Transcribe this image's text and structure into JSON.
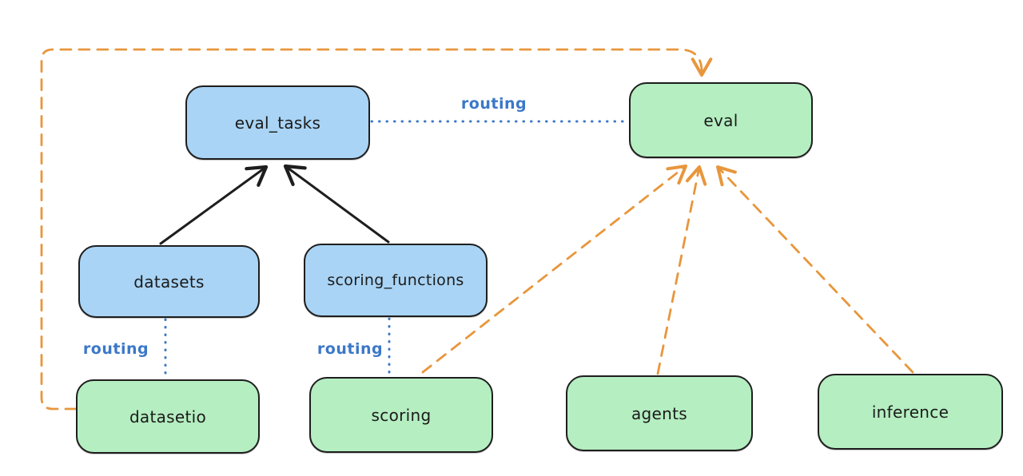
{
  "diagram": {
    "colors": {
      "blue_fill": "#a9d4f5",
      "green_fill": "#b5eec1",
      "stroke": "#1e1e1e",
      "orange": "#e8963c",
      "routing_blue": "#3b78c8",
      "bg": "#ffffff"
    },
    "nodes": {
      "eval_tasks": {
        "label": "eval_tasks",
        "type": "blue"
      },
      "eval": {
        "label": "eval",
        "type": "green"
      },
      "datasets": {
        "label": "datasets",
        "type": "blue"
      },
      "scoring_functions": {
        "label": "scoring_functions",
        "type": "blue"
      },
      "datasetio": {
        "label": "datasetio",
        "type": "green"
      },
      "scoring": {
        "label": "scoring",
        "type": "green"
      },
      "agents": {
        "label": "agents",
        "type": "green"
      },
      "inference": {
        "label": "inference",
        "type": "green"
      }
    },
    "edge_labels": {
      "routing_top": "routing",
      "routing_datasetio": "routing",
      "routing_scoring": "routing"
    },
    "edges": [
      {
        "from": "eval_tasks",
        "to": "eval",
        "style": "dotted-blue",
        "label": "routing"
      },
      {
        "from": "datasets",
        "to": "datasetio",
        "style": "dotted-blue",
        "label": "routing"
      },
      {
        "from": "scoring_functions",
        "to": "scoring",
        "style": "dotted-blue",
        "label": "routing"
      },
      {
        "from": "datasets",
        "to": "eval_tasks",
        "style": "solid-black-arrow"
      },
      {
        "from": "scoring_functions",
        "to": "eval_tasks",
        "style": "solid-black-arrow"
      },
      {
        "from": "scoring",
        "to": "eval",
        "style": "dashed-orange-arrow"
      },
      {
        "from": "agents",
        "to": "eval",
        "style": "dashed-orange-arrow"
      },
      {
        "from": "inference",
        "to": "eval",
        "style": "dashed-orange-arrow"
      },
      {
        "from": "datasetio",
        "to": "eval",
        "style": "dashed-orange-arrow-loop"
      }
    ]
  }
}
